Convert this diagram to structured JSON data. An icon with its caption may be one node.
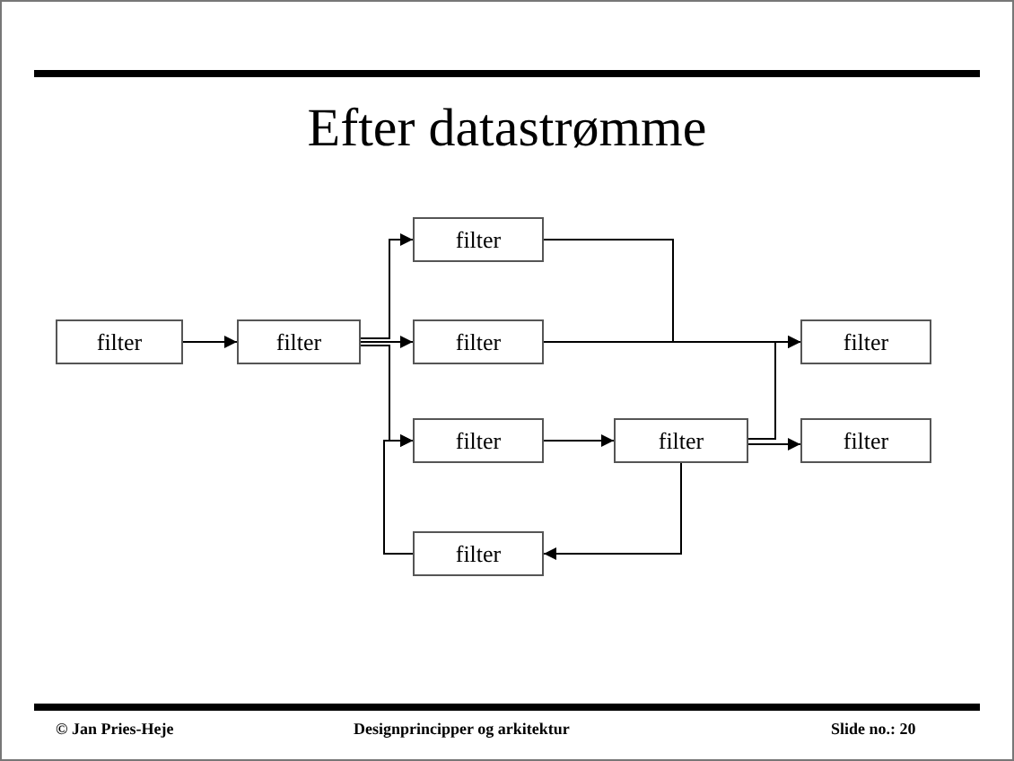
{
  "diagram": {
    "title": "Efter datastrømme",
    "nodes": [
      {
        "text": [
          "filter"
        ]
      },
      {
        "text": [
          "filter"
        ]
      },
      {
        "text": [
          "filter"
        ]
      },
      {
        "text": [
          "filter"
        ]
      },
      {
        "text": [
          "filter"
        ]
      },
      {
        "text": [
          "filter"
        ]
      },
      {
        "text": [
          "filter"
        ]
      },
      {
        "text": [
          "filter"
        ]
      },
      {
        "text": [
          "filter"
        ]
      }
    ],
    "edges": [
      {
        "from": 0,
        "to": 1,
        "arrow": "to"
      },
      {
        "from": 1,
        "to": 2,
        "arrow": "to"
      },
      {
        "from": 1,
        "to": 3,
        "arrow": "to"
      },
      {
        "from": 1,
        "to": 5,
        "arrow": "to"
      },
      {
        "from": 2,
        "to": 4,
        "arrow": "to"
      },
      {
        "from": 3,
        "to": 4,
        "arrow": "to"
      },
      {
        "from": 5,
        "to": 6,
        "arrow": "to"
      },
      {
        "from": 6,
        "to": 4,
        "arrow": "to"
      },
      {
        "from": 6,
        "to": 7,
        "arrow": "to"
      },
      {
        "from": 6,
        "to": 8,
        "arrow": "to"
      },
      {
        "from": 8,
        "to": 5,
        "arrow": "to"
      }
    ],
    "labels": [
      "© Jan Pries-Heje",
      "Designprincipper og arkitektur",
      "Slide no.: 20"
    ]
  }
}
